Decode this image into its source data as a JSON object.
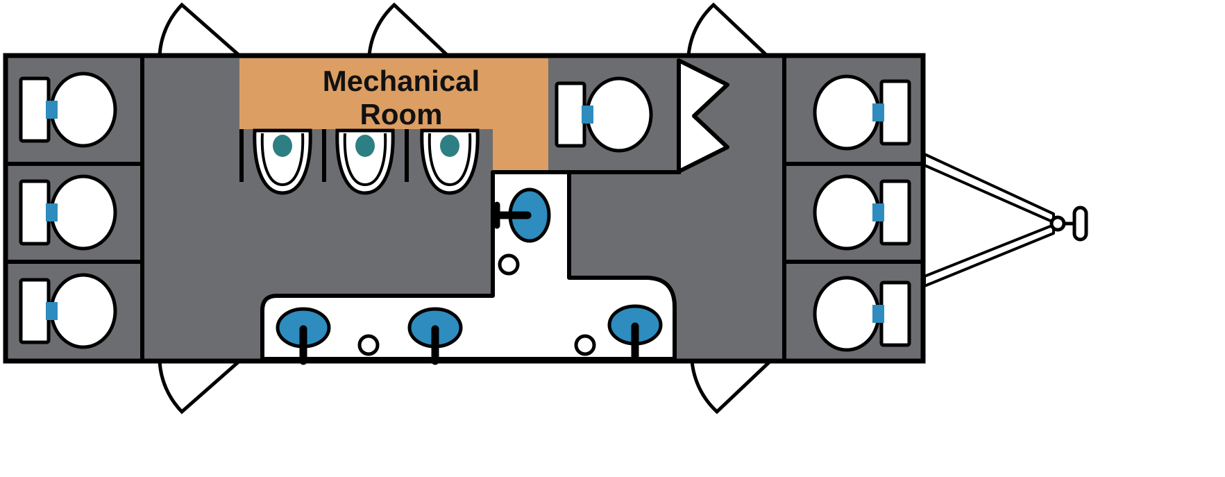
{
  "diagram": {
    "type": "floor-plan",
    "room_label": {
      "line1": "Mechanical",
      "line2": "Room"
    }
  },
  "colors": {
    "floor": "#6c6d70",
    "wall": "#000000",
    "mechanical": "#dc9e63",
    "fixture_white": "#ffffff",
    "sink_blue": "#2e8cbe",
    "urinal_teal": "#2d7f83"
  },
  "fixtures": {
    "toilet_count": 7,
    "urinal_count": 3,
    "sink_count": 4,
    "exterior_door_count": 5
  }
}
